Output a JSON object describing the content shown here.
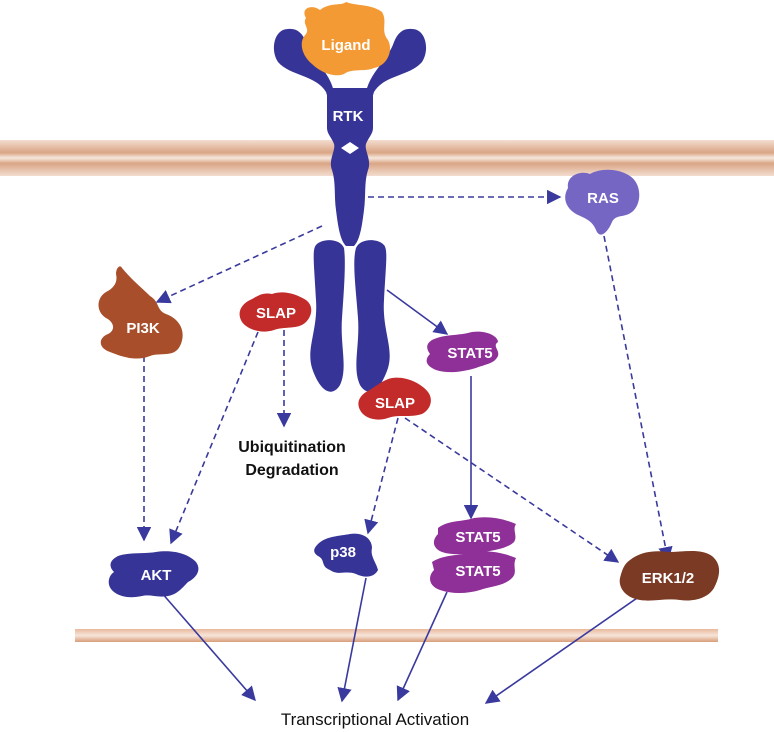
{
  "colors": {
    "receptor": "#363497",
    "ligand": "#f39a34",
    "ras": "#7566c4",
    "pi3k": "#a84e2a",
    "slap": "#c22b29",
    "stat5": "#8f2f98",
    "akt": "#363497",
    "p38": "#363497",
    "erk": "#7a3a23",
    "membrane": "#d9a585",
    "arrow": "#3a3a9e"
  },
  "labels": {
    "ligand": "Ligand",
    "rtk": "RTK",
    "ras": "RAS",
    "pi3k": "PI3K",
    "slap_upper": "SLAP",
    "slap_lower": "SLAP",
    "stat5_single": "STAT5",
    "stat5_dimer_top": "STAT5",
    "stat5_dimer_bottom": "STAT5",
    "ubiquitination": "Ubiquitination",
    "degradation": "Degradation",
    "akt": "AKT",
    "p38": "p38",
    "erk": "ERK1/2",
    "transcription": "Transcriptional Activation"
  }
}
